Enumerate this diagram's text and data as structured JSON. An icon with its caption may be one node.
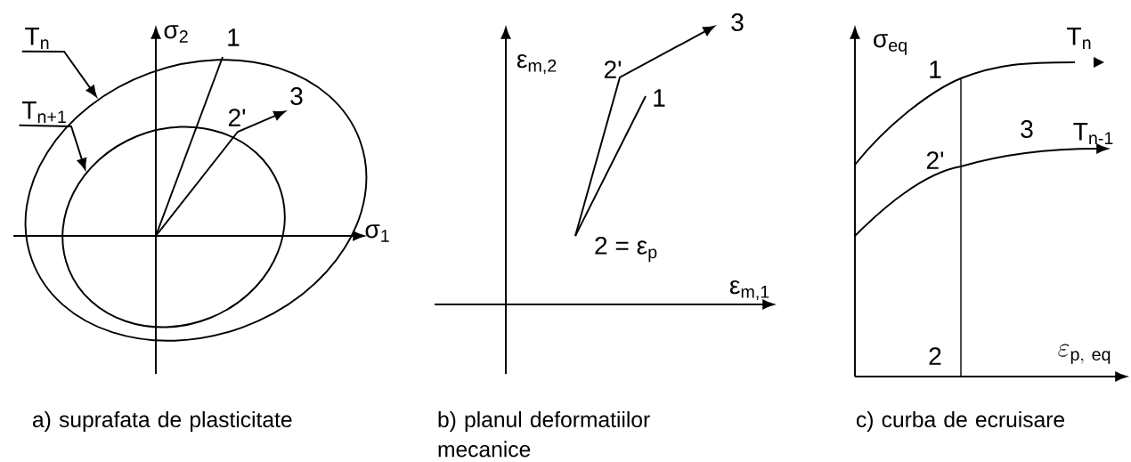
{
  "diagram": {
    "nodes": [
      {
        "text": [
          "T$_{n}$"
        ]
      },
      {
        "text": [],
        "shape": "ellipse"
      },
      {
        "text": [
          "T$_{n+1}$"
        ]
      },
      {
        "text": [],
        "shape": "ellipse",
        "in": 1
      }
    ],
    "edges": [
      {
        "from": 0,
        "to": 1,
        "arrow": "to"
      },
      {
        "from": 2,
        "to": 3,
        "arrow": "to"
      }
    ],
    "labels": [
      "σ$_{2}$",
      "1",
      "3",
      "2'",
      "σ$_{1}$",
      "3",
      "ε$_{m,2}$",
      "2'",
      "1",
      "2 = ε$_{p}$",
      "ε$_{m,1}$",
      "σ$_{eq}$",
      "T$_{n}$",
      "1",
      "3",
      "T$_{n-1}$",
      "2'",
      "2",
      "\\varepsilon_{\\mathrm{p,\\ eq}}",
      "a) suprafata de plasticitate",
      "b) planul deformatiilor mecanice",
      "c) curba de ecruisare"
    ]
  }
}
